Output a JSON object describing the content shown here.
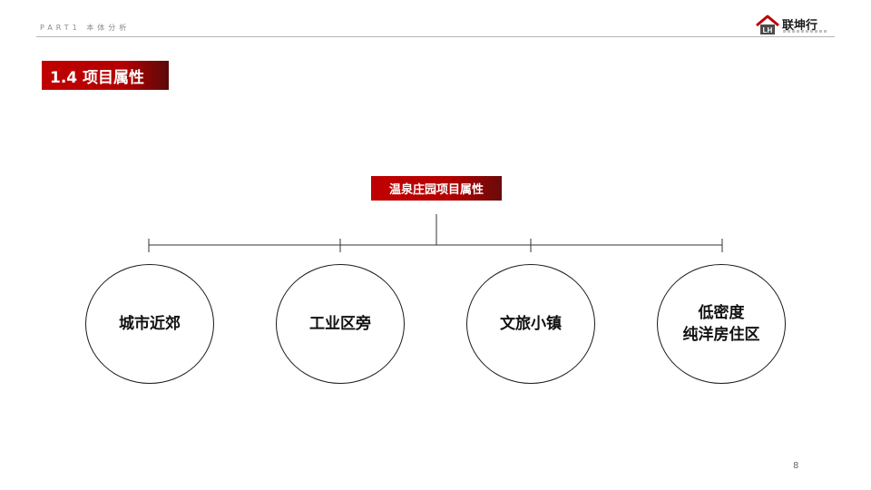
{
  "header": {
    "part_label": "PART1 本体分析",
    "logo_text": "联坤行"
  },
  "section": {
    "title": "1.4 项目属性"
  },
  "diagram": {
    "root": "温泉庄园项目属性",
    "nodes": [
      {
        "lines": [
          "城市近郊"
        ]
      },
      {
        "lines": [
          "工业区旁"
        ]
      },
      {
        "lines": [
          "文旅小镇"
        ]
      },
      {
        "lines": [
          "低密度",
          "纯洋房住区"
        ]
      }
    ]
  },
  "footer": {
    "page_number": "8"
  },
  "colors": {
    "accent": "#c00000",
    "text": "#111111",
    "rule": "#b5b5b5"
  }
}
